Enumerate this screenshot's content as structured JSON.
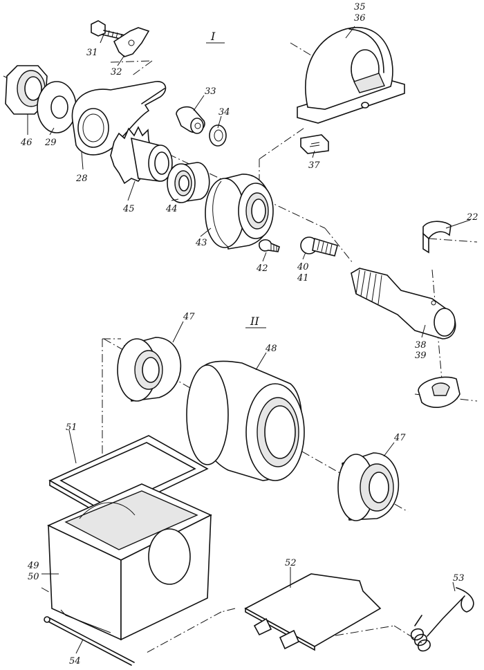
{
  "section_labels": {
    "first": "I",
    "second": "II"
  },
  "parts": {
    "p22": "22",
    "p28": "28",
    "p29": "29",
    "p31": "31",
    "p32": "32",
    "p33": "33",
    "p34": "34",
    "p35": "35",
    "p36": "36",
    "p37": "37",
    "p38": "38",
    "p39": "39",
    "p40": "40",
    "p41": "41",
    "p42": "42",
    "p43": "43",
    "p44": "44",
    "p45": "45",
    "p46": "46",
    "p47a": "47",
    "p47b": "47",
    "p48": "48",
    "p49": "49",
    "p50": "50",
    "p51": "51",
    "p52": "52",
    "p53": "53",
    "p54": "54"
  }
}
